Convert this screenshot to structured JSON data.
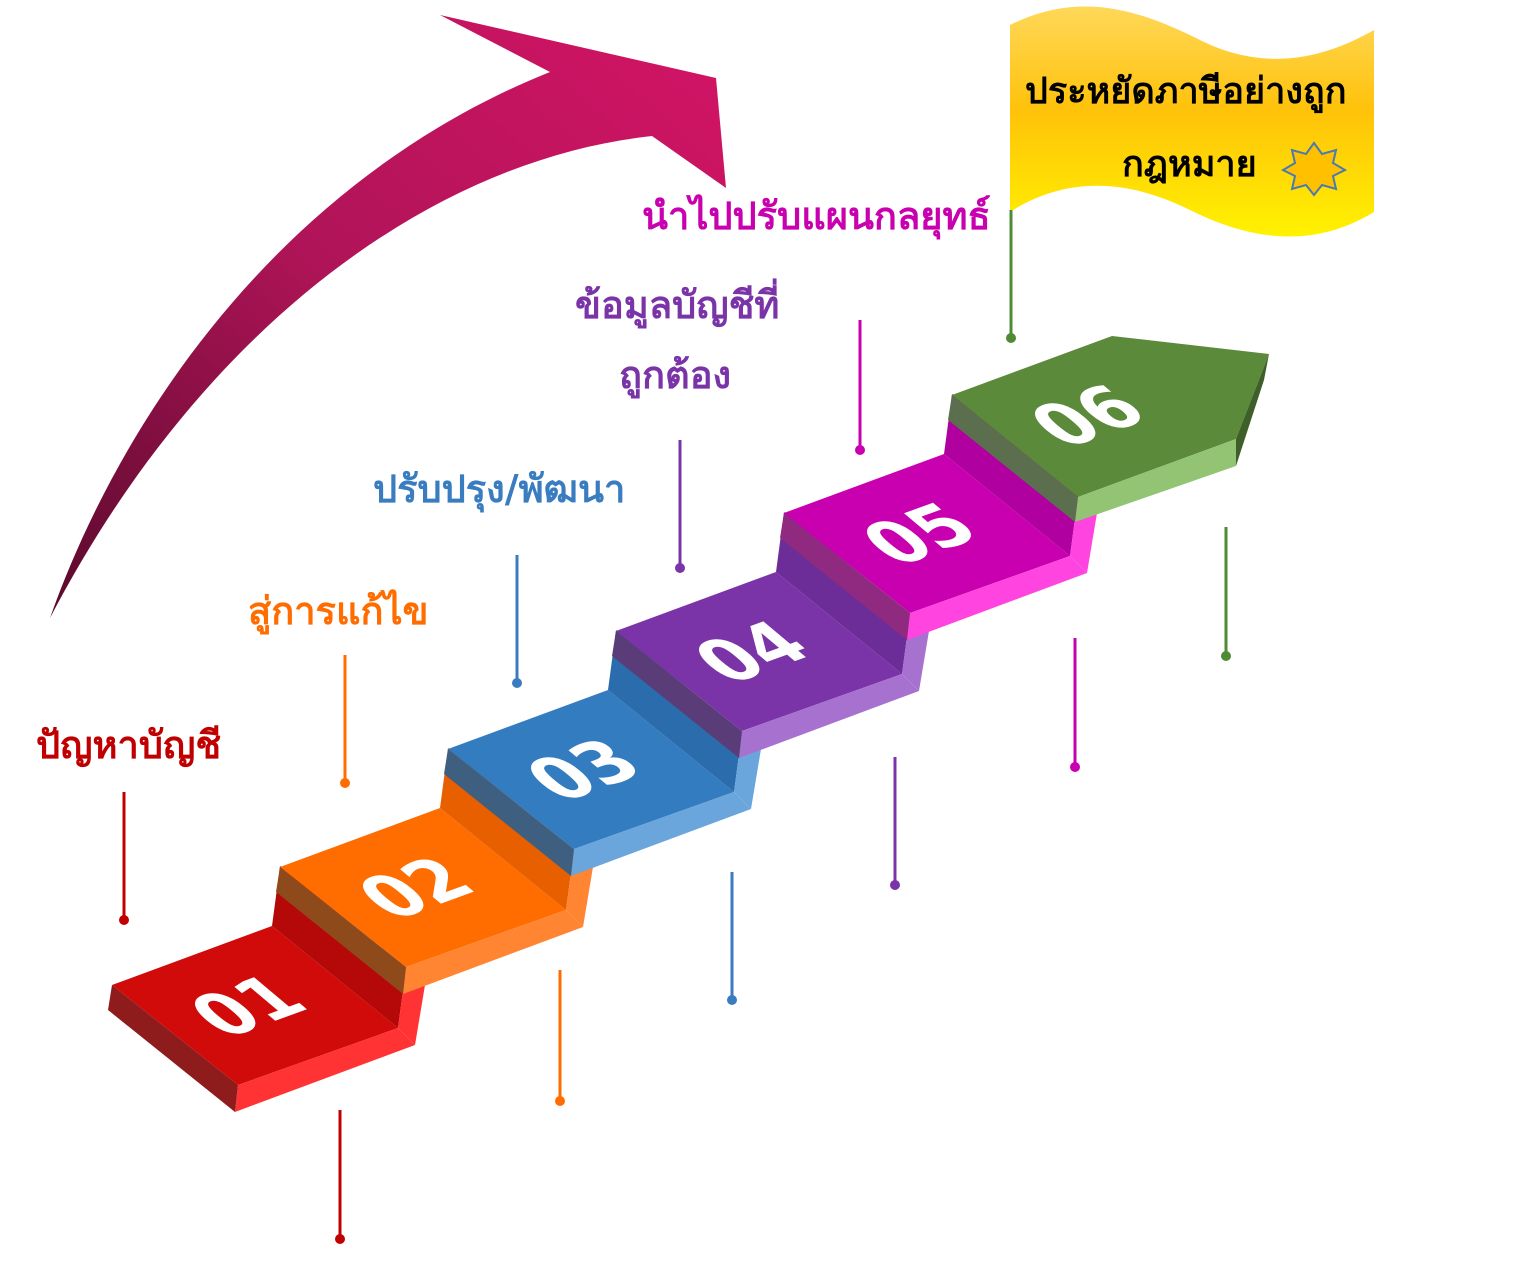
{
  "flag": {
    "line1": "ประหยัดภาษีอย่างถูก",
    "line2": "กฎหมาย",
    "star_icon": "star-icon"
  },
  "steps": [
    {
      "number": "01",
      "label": "ปัญหาบัญชี",
      "color": "#d10a0a",
      "side": "#ff3333",
      "back": "#b50808",
      "edge": "#8f1c1c",
      "pin": "#c00000"
    },
    {
      "number": "02",
      "label": "สู่การแก้ไข",
      "color": "#ff6d00",
      "side": "#ff8533",
      "back": "#e85f00",
      "edge": "#8f4a1c",
      "pin": "#ff6d00"
    },
    {
      "number": "03",
      "label": "ปรับปรุง/พัฒนา",
      "color": "#337cc0",
      "side": "#6aa5dc",
      "back": "#2b6cad",
      "edge": "#3f5f80",
      "pin": "#3a7cc0"
    },
    {
      "number": "04",
      "label_lines": [
        "ข้อมูลบัญชีที่",
        "ถูกต้อง"
      ],
      "color": "#7a34a8",
      "side": "#a771d0",
      "back": "#6c2d98",
      "edge": "#5a3d78",
      "pin": "#7a34a8"
    },
    {
      "number": "05",
      "label": "นำไปปรับแผนกลยุทธ์",
      "color": "#c800b0",
      "side": "#ff44e0",
      "back": "#b000a0",
      "edge": "#8f2a80",
      "pin": "#c800b0"
    },
    {
      "number": "06",
      "color": "#5a8a3a",
      "side": "#93c474",
      "back": "#4e7a32",
      "edge": "#5b6e4e",
      "pin": "#4f8a34"
    }
  ],
  "arrow_color": "#d01466"
}
